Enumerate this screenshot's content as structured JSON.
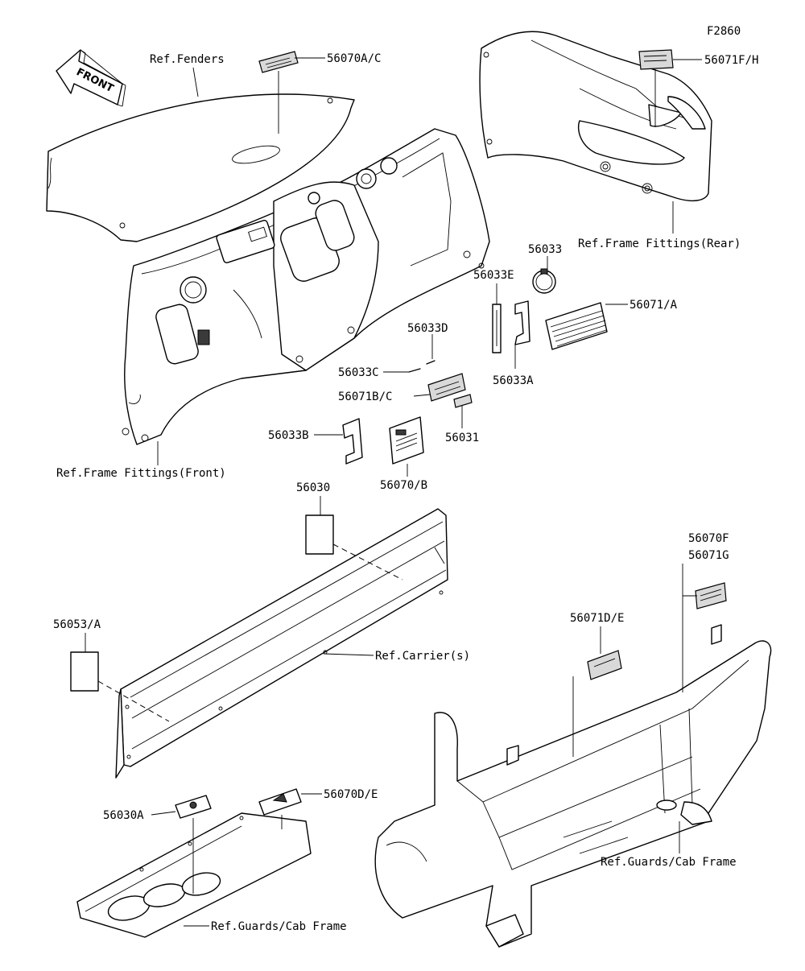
{
  "figure_id": "F2860",
  "direction_label": "FRONT",
  "labels": {
    "ref_fenders": "Ref.Fenders",
    "p56070ac": "56070A/C",
    "p56071fh": "56071F/H",
    "p56033": "56033",
    "p56033e": "56033E",
    "p56071a": "56071/A",
    "p56033d": "56033D",
    "p56033c": "56033C",
    "p56033a": "56033A",
    "p56071bc": "56071B/C",
    "p56031": "56031",
    "p56033b": "56033B",
    "p56070b": "56070/B",
    "ref_frame_rear": "Ref.Frame Fittings(Rear)",
    "ref_frame_front": "Ref.Frame Fittings(Front)",
    "p56030": "56030",
    "p56053a": "56053/A",
    "ref_carriers": "Ref.Carrier(s)",
    "p56070f": "56070F",
    "p56071g": "56071G",
    "p56071de": "56071D/E",
    "p56030a": "56030A",
    "p56070de": "56070D/E",
    "ref_guards_right": "Ref.Guards/Cab Frame",
    "ref_guards_bottom": "Ref.Guards/Cab Frame"
  }
}
